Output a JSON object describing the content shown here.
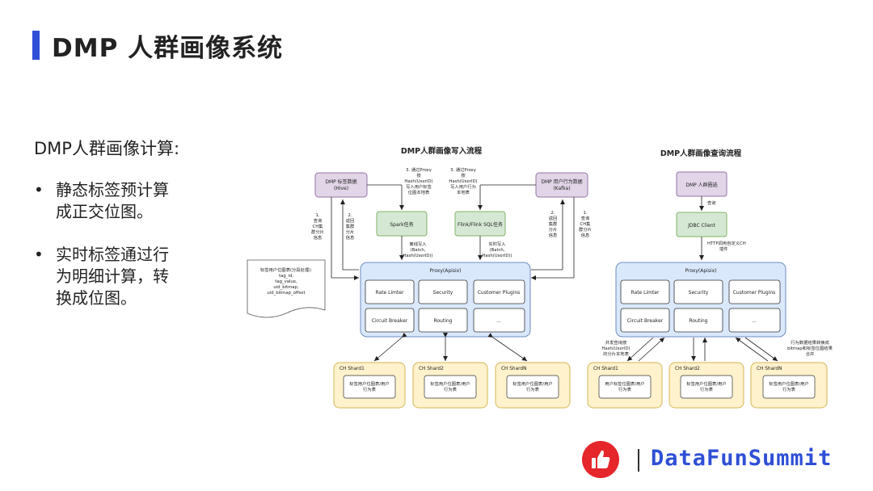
{
  "page": {
    "title": "DMP 人群画像系统"
  },
  "left": {
    "heading": "DMP人群画像计算:",
    "bullets": [
      {
        "lines": [
          "静态标签预计算",
          "成正交位图。"
        ]
      },
      {
        "lines": [
          "实时标签通过行",
          "为明细计算，转",
          "换成位图。"
        ]
      }
    ]
  },
  "write_flow": {
    "title": "DMP人群画像写入流程",
    "tag_db": [
      "DMP 标签数据",
      "(Hive)"
    ],
    "behavior_db": [
      "DMP 用户行为数据",
      "(Kafka)"
    ],
    "spark": "Spark任务",
    "flink": "Flink/Flink SQL任务",
    "note_left_1": [
      "1.",
      "查询",
      "CH集",
      "群分片",
      "信息"
    ],
    "note_left_2": [
      "2.",
      "返回",
      "集群",
      "分片",
      "信息"
    ],
    "note_top_left": [
      "3. 通过Proxy",
      "按",
      "Hash(UserID)",
      "写入用户标签",
      "位图本地表"
    ],
    "note_top_right": [
      "3. 通过Proxy",
      "按",
      "Hash(UserID)",
      "写入用户行为",
      "本地表"
    ],
    "note_right_2": [
      "2.",
      "返回",
      "集群",
      "分片",
      "信息"
    ],
    "note_right_1": [
      "1.",
      "查询",
      "CH集",
      "群分片",
      "信息"
    ],
    "batch_write_left": [
      "离线写入",
      "(Batch,",
      "Hash(UserID))"
    ],
    "batch_write_right": [
      "实时写入",
      "(Batch,",
      "Hash(UserID))"
    ],
    "doc_note": [
      "标签用户位图表(分段处理):",
      "tag_id,",
      "tag_value,",
      "uid_bitmap,",
      "uid_bitmap_offset"
    ],
    "proxy": {
      "title": "Proxy(Apisix)",
      "cells": [
        "Rate Limter",
        "Security",
        "Customer Plugins",
        "Circuit Breaker",
        "Routing",
        "..."
      ]
    },
    "shards": [
      {
        "name": "CH Shard1",
        "table": [
          "标签用户位图表/用户",
          "行为表"
        ]
      },
      {
        "name": "CH Shard2",
        "table": [
          "标签用户位图表/用户",
          "行为表"
        ]
      },
      {
        "name": "CH ShardN",
        "table": [
          "标签用户位图表/用户",
          "行为表"
        ]
      }
    ]
  },
  "query_flow": {
    "title": "DMP人群画像查询流程",
    "select": "DMP 人群圈选",
    "query_label": "查询",
    "jdbc": "JDBC Client",
    "http_note": [
      "HTTP调用自定义CH",
      "插件"
    ],
    "parallel_note": [
      "并发查询按",
      "Hash(UserID)",
      "的分片本地表"
    ],
    "merge_note": [
      "行为数据结果转换成",
      "bitmap和标签位图结果",
      "合并"
    ],
    "proxy": {
      "title": "Proxy(Apisix)",
      "cells": [
        "Rate Limter",
        "Security",
        "Customer Plugins",
        "Circuit Breaker",
        "Routing",
        "..."
      ]
    },
    "shards": [
      {
        "name": "CH Shard1",
        "table": [
          "用户标签位图表/用户",
          "行为表"
        ]
      },
      {
        "name": "CH Shard2",
        "table": [
          "标签用户位图表/用户",
          "行为表"
        ]
      },
      {
        "name": "CH ShardN",
        "table": [
          "标签用户位图表/用户",
          "行为表"
        ]
      }
    ]
  },
  "brand": {
    "name": "DataFunSummit",
    "logo_color": "#e5262b",
    "accent": "#2f4fd6"
  }
}
